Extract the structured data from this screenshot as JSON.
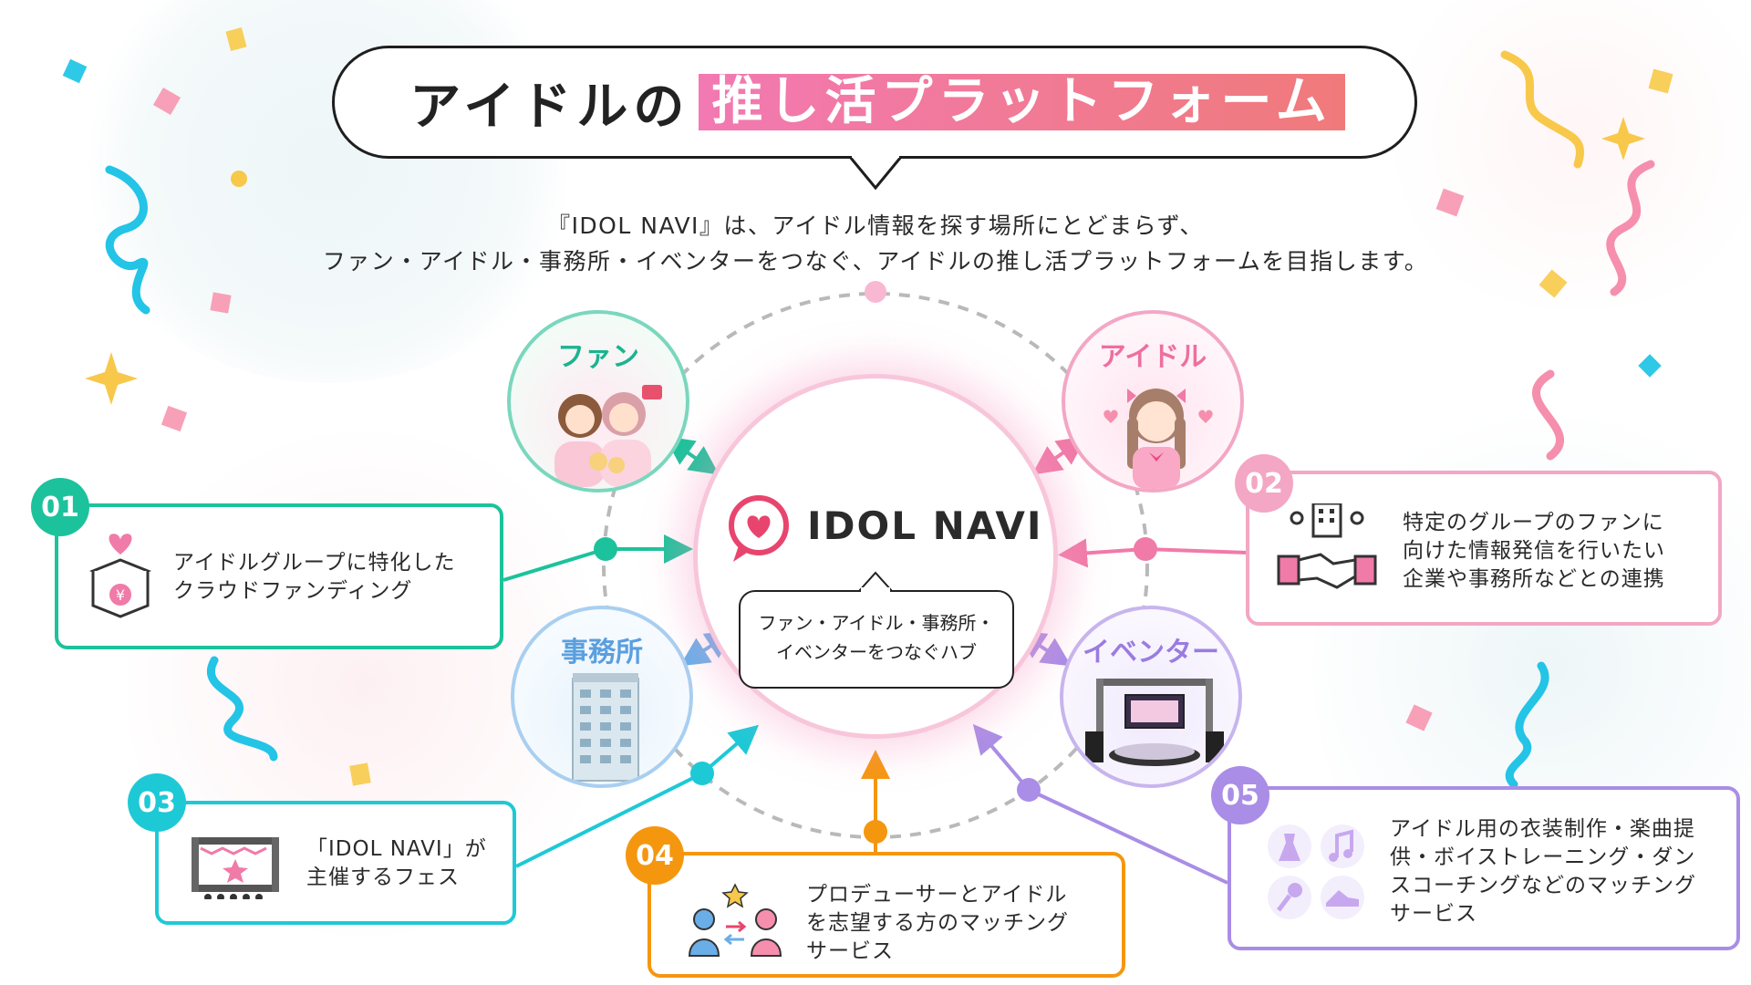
{
  "header": {
    "title_plain": "アイドルの",
    "title_highlight": "推し活プラットフォーム"
  },
  "intro": {
    "line1": "『IDOL NAVI』は、アイドル情報を探す場所にとどまらず、",
    "line2": "ファン・アイドル・事務所・イベンターをつなぐ、アイドルの推し活プラットフォームを目指します。"
  },
  "hub": {
    "logo_text": "IDOL NAVI",
    "note_line1": "ファン・アイドル・事務所・",
    "note_line2": "イベンターをつなぐハブ"
  },
  "nodes": {
    "fan": "ファン",
    "idol": "アイドル",
    "office": "事務所",
    "eventer": "イベンター"
  },
  "features": [
    {
      "num": "01",
      "line1": "アイドルグループに特化した",
      "line2": "クラウドファンディング",
      "color": "#1cc29b",
      "icon": "gift-box-icon"
    },
    {
      "num": "02",
      "line1": "特定のグループのファンに",
      "line2": "向けた情報発信を行いたい",
      "line3": "企業や事務所などとの連携",
      "color": "#f07aa8",
      "icon": "handshake-icon"
    },
    {
      "num": "03",
      "line1": "「IDOL NAVI」が",
      "line2": "主催するフェス",
      "color": "#1ec9d6",
      "icon": "stage-icon"
    },
    {
      "num": "04",
      "line1": "プロデューサーとアイドル",
      "line2": "を志望する方のマッチング",
      "line3": "サービス",
      "color": "#f5960f",
      "icon": "matching-icon"
    },
    {
      "num": "05",
      "line1": "アイドル用の衣装制作・楽曲提",
      "line2": "供・ボイストレーニング・ダン",
      "line3": "スコーチングなどのマッチング",
      "line4": "サービス",
      "color": "#a98de6",
      "icon": "services-icon"
    }
  ],
  "colors": {
    "fan": "#1cc29b",
    "idol": "#f07aa8",
    "office": "#6aaee8",
    "eventer": "#a98de6",
    "producer": "#f5960f",
    "fes": "#1ec9d6"
  }
}
